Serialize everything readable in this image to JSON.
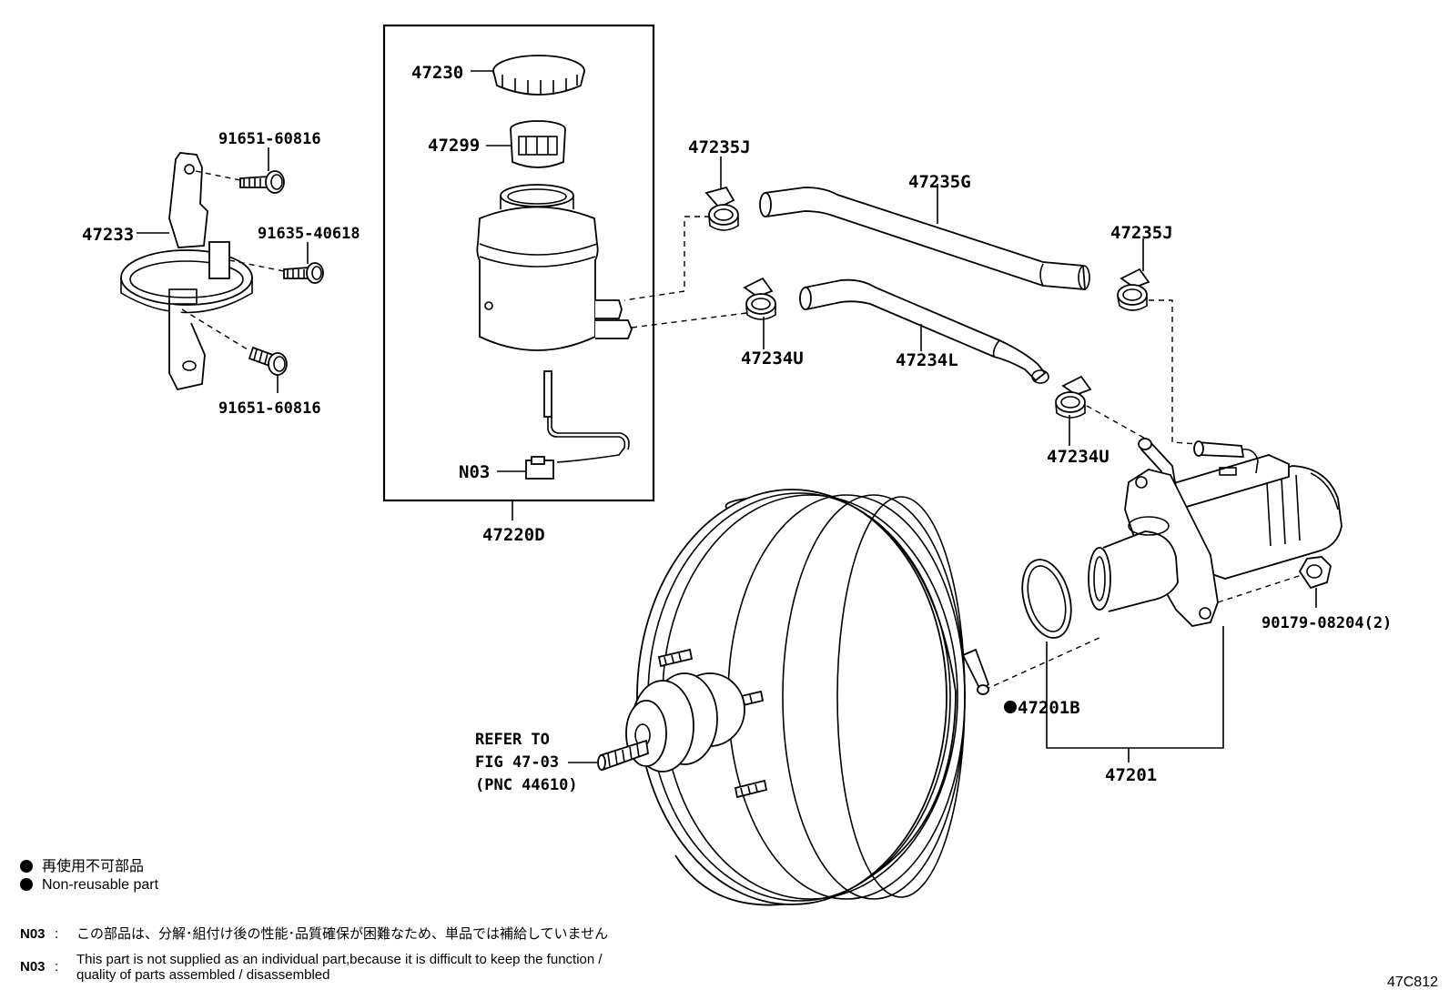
{
  "labels": {
    "p47230": "47230",
    "p47299": "47299",
    "p47220D": "47220D",
    "pN03": "N03",
    "p91651_top": "91651-60816",
    "p91635": "91635-40618",
    "p91651_bot": "91651-60816",
    "p47233": "47233",
    "p47235J_left": "47235J",
    "p47235G": "47235G",
    "p47235J_right": "47235J",
    "p47234U_left": "47234U",
    "p47234L": "47234L",
    "p47234U_right": "47234U",
    "p90179": "90179-08204(2)",
    "p47201B": "47201B",
    "p47201": "47201",
    "refer_line1": "REFER TO",
    "refer_line2": "FIG 47-03",
    "refer_line3": "(PNC 44610)"
  },
  "legend": {
    "jp": "再使用不可部品",
    "en": "Non-reusable part"
  },
  "notes": [
    {
      "code": "N03",
      "colon": ":",
      "text": "この部品は、分解･組付け後の性能･品質確保が困難なため、単品では補給していません"
    },
    {
      "code": "N03",
      "colon": ":",
      "text_line1": "This part is not supplied as an individual part,because it is difficult to keep the function /",
      "text_line2": "quality of parts assembled / disassembled"
    }
  ],
  "figure_id": "47C812"
}
